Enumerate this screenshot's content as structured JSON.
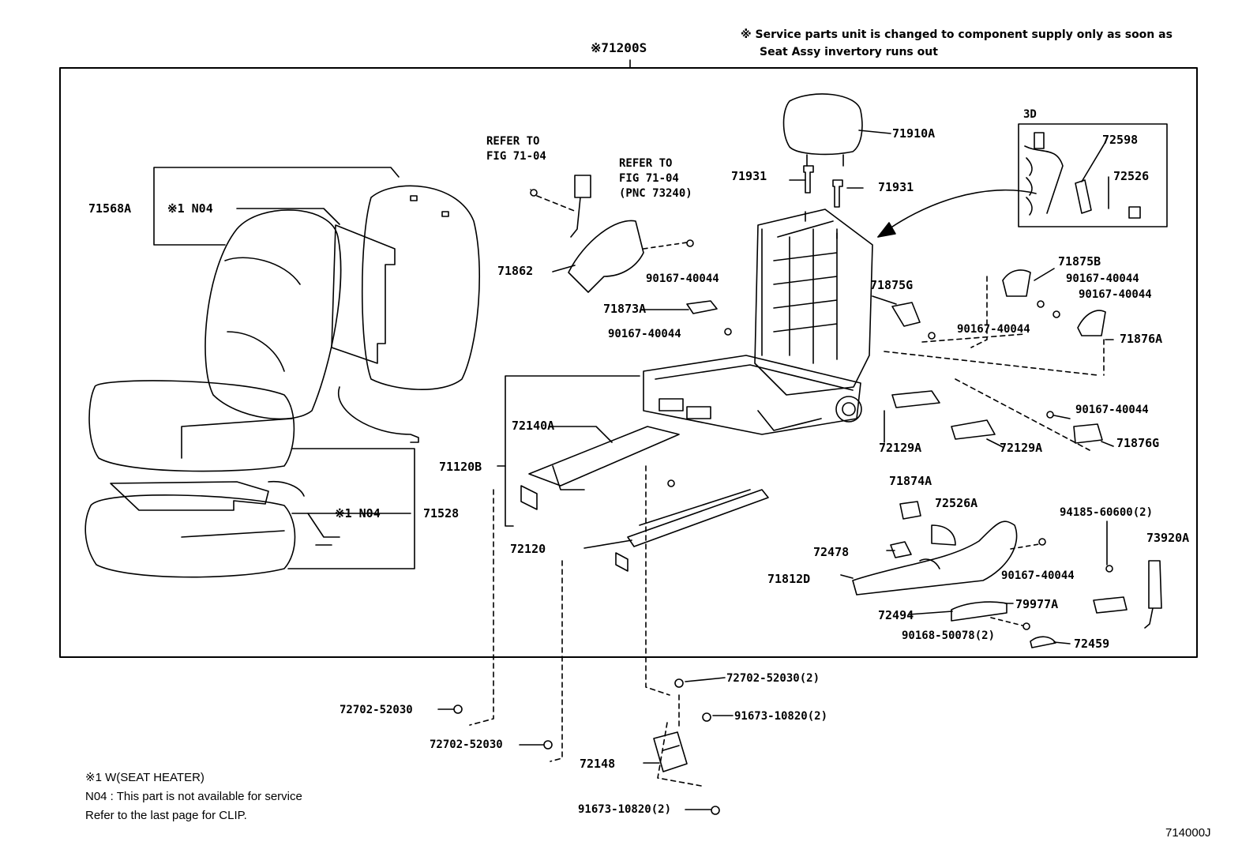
{
  "header": {
    "note_line1": "※ Service parts unit is changed to component supply only as soon as",
    "note_line2": "Seat Assy invertory runs out"
  },
  "assembly": {
    "label": "※71200S"
  },
  "inset": {
    "label": "3D"
  },
  "refs": {
    "ref_a_line1": "REFER TO",
    "ref_a_line2": "FIG 71-04",
    "ref_b_line1": "REFER TO",
    "ref_b_line2": "FIG 71-04",
    "ref_b_line3": "(PNC 73240)"
  },
  "parts": {
    "p71568A": "71568A",
    "p_n04_top": "※1 N04",
    "p71862": "71862",
    "p90167_a": "90167-40044",
    "p71910A": "71910A",
    "p71931_l": "71931",
    "p71931_r": "71931",
    "p72598": "72598",
    "p72526": "72526",
    "p71875B": "71875B",
    "p90167_b": "90167-40044",
    "p90167_c": "90167-40044",
    "p71875G": "71875G",
    "p71873A": "71873A",
    "p90167_d": "90167-40044",
    "p90167_e": "90167-40044",
    "p71876A": "71876A",
    "p72140A": "72140A",
    "p71120B": "71120B",
    "p72129A_l": "72129A",
    "p72129A_r": "72129A",
    "p90167_f": "90167-40044",
    "p71876G": "71876G",
    "p_n04_bot": "※1 N04",
    "p71528": "71528",
    "p71874A": "71874A",
    "p72526A": "72526A",
    "p94185": "94185-60600(2)",
    "p73920A": "73920A",
    "p72120": "72120",
    "p72478": "72478",
    "p71812D": "71812D",
    "p90167_g": "90167-40044",
    "p72494": "72494",
    "p79977A": "79977A",
    "p90168": "90168-50078(2)",
    "p72459": "72459",
    "p72702_a": "72702-52030(2)",
    "p91673_a": "91673-10820(2)",
    "p72702_b": "72702-52030",
    "p72702_c": "72702-52030",
    "p72148": "72148",
    "p91673_b": "91673-10820(2)"
  },
  "footer": {
    "legend_1": "※1  W(SEAT HEATER)",
    "legend_2": "N04 : This part is not available for service",
    "legend_3": "Refer to the last page for CLIP.",
    "figure_code": "714000J"
  }
}
